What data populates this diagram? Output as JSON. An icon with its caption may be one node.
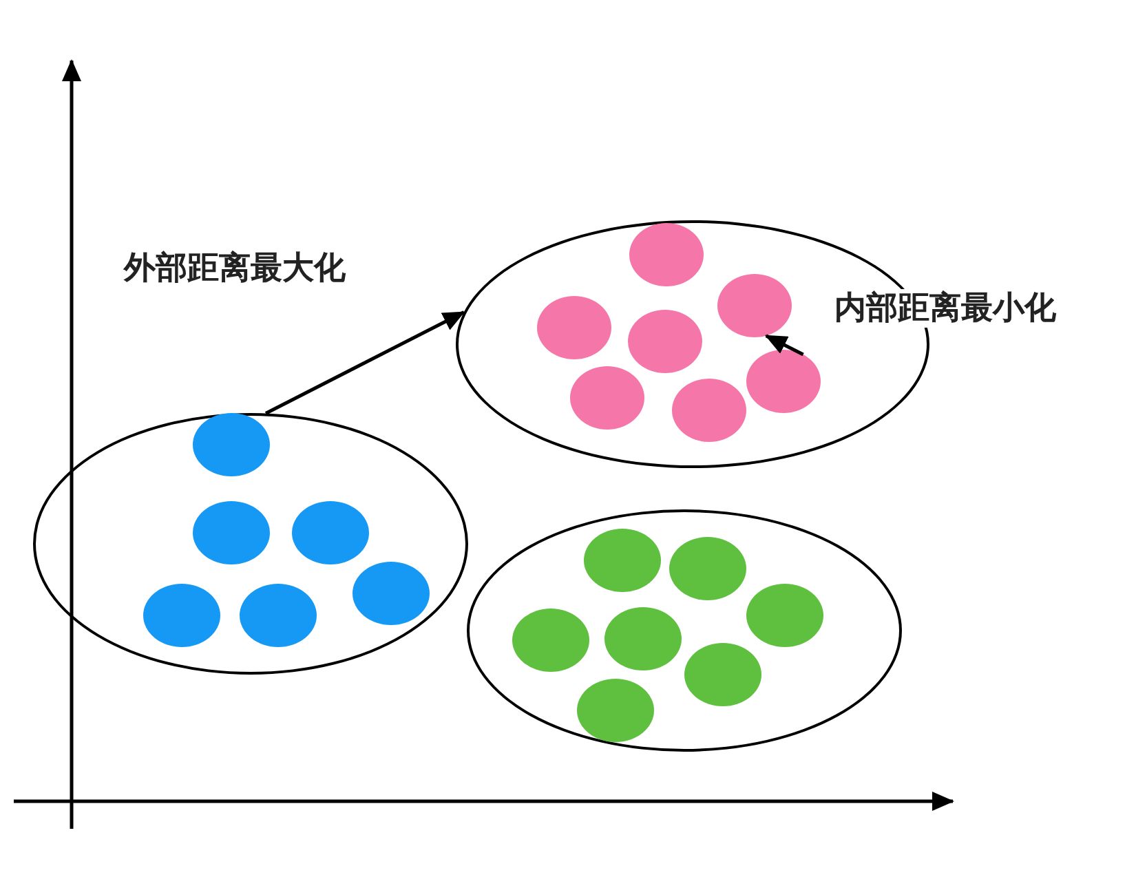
{
  "diagram": {
    "nodes": [
      {
        "text": [],
        "shape": "ellipse"
      },
      {
        "text": [],
        "shape": "circle",
        "in": 0
      },
      {
        "text": [],
        "shape": "circle",
        "in": 0
      },
      {
        "text": [],
        "shape": "circle",
        "in": 0
      },
      {
        "text": [],
        "shape": "circle",
        "in": 0
      },
      {
        "text": [],
        "shape": "circle",
        "in": 0
      },
      {
        "text": [],
        "shape": "circle",
        "in": 0
      },
      {
        "text": [],
        "shape": "circle",
        "in": 0
      },
      {
        "text": [],
        "shape": "ellipse"
      },
      {
        "text": [],
        "shape": "circle",
        "in": 8
      },
      {
        "text": [],
        "shape": "circle",
        "in": 8
      },
      {
        "text": [],
        "shape": "circle",
        "in": 8
      },
      {
        "text": [],
        "shape": "circle",
        "in": 8
      },
      {
        "text": [],
        "shape": "circle",
        "in": 8
      },
      {
        "text": [],
        "shape": "circle",
        "in": 8
      },
      {
        "text": [],
        "shape": "ellipse"
      },
      {
        "text": [],
        "shape": "circle",
        "in": 15
      },
      {
        "text": [],
        "shape": "circle",
        "in": 15
      },
      {
        "text": [],
        "shape": "circle",
        "in": 15
      },
      {
        "text": [],
        "shape": "circle",
        "in": 15
      },
      {
        "text": [],
        "shape": "circle",
        "in": 15
      },
      {
        "text": [],
        "shape": "circle",
        "in": 15
      },
      {
        "text": [],
        "shape": "circle",
        "in": 15
      }
    ],
    "edges": [
      {
        "from": 8,
        "to": 0,
        "arrow": "to",
        "label": "外部距离最大化"
      },
      {
        "from": 5,
        "to": 2,
        "arrow": "to",
        "label": "内部距离最小化"
      }
    ]
  }
}
